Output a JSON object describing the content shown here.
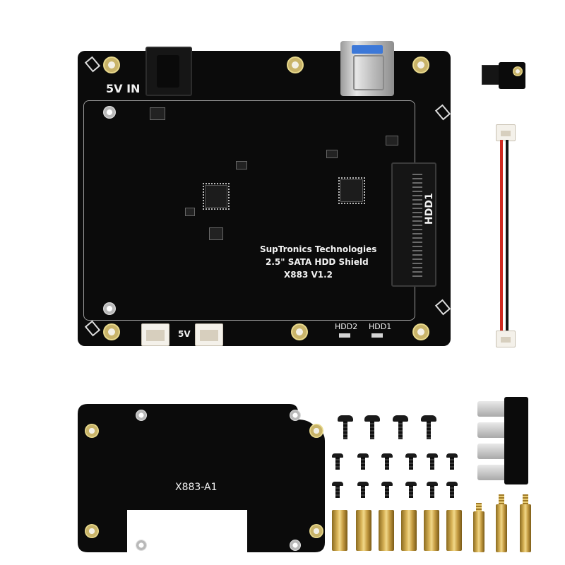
{
  "board": {
    "power_label": "5V IN",
    "brand_line": "SupTronics Technologies",
    "product_line": "2.5\" SATA HDD Shield",
    "model_line": "X883 V1.2",
    "hdd_connector_label": "HDD1",
    "fan_power_label": "5V",
    "led_label_hdd2": "HDD2",
    "led_label_hdd1": "HDD1"
  },
  "plate": {
    "model_label": "X883-A1"
  },
  "colors": {
    "pcb": "#0b0b0b",
    "mounting_pad": "#e8d98c",
    "brass": "#d9b458",
    "usb_blue": "#3c78d8",
    "cable_red": "#d12a22"
  }
}
